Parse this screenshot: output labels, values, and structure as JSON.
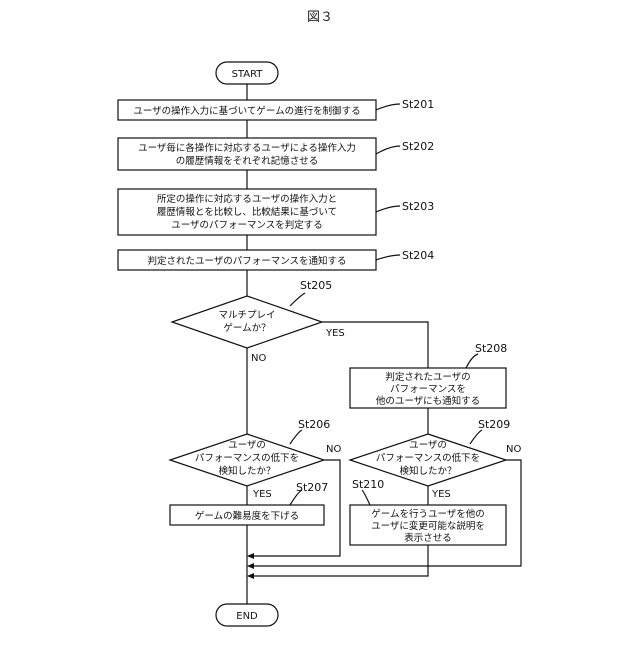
{
  "figure_title": "図３",
  "nodes": {
    "start": "START",
    "end": "END",
    "st201": {
      "label": "St201",
      "lines": [
        "ユーザの操作入力に基づいてゲームの進行を制御する"
      ]
    },
    "st202": {
      "label": "St202",
      "lines": [
        "ユーザ毎に各操作に対応するユーザによる操作入力",
        "の履歴情報をそれぞれ記憶させる"
      ]
    },
    "st203": {
      "label": "St203",
      "lines": [
        "所定の操作に対応するユーザの操作入力と",
        "履歴情報とを比較し、比較結果に基づいて",
        "ユーザのパフォーマンスを判定する"
      ]
    },
    "st204": {
      "label": "St204",
      "lines": [
        "判定されたユーザのパフォーマンスを通知する"
      ]
    },
    "st205": {
      "label": "St205",
      "lines": [
        "マルチプレイ",
        "ゲームか？"
      ]
    },
    "st206": {
      "label": "St206",
      "lines": [
        "ユーザの",
        "パフォーマンスの低下を",
        "検知したか？"
      ]
    },
    "st207": {
      "label": "St207",
      "lines": [
        "ゲームの難易度を下げる"
      ]
    },
    "st208": {
      "label": "St208",
      "lines": [
        "判定されたユーザの",
        "パフォーマンスを",
        "他のユーザにも通知する"
      ]
    },
    "st209": {
      "label": "St209",
      "lines": [
        "ユーザの",
        "パフォーマンスの低下を",
        "検知したか？"
      ]
    },
    "st210": {
      "label": "St210",
      "lines": [
        "ゲームを行うユーザを他の",
        "ユーザに変更可能な説明を",
        "表示させる"
      ]
    }
  },
  "edge_labels": {
    "yes": "YES",
    "no": "NO"
  }
}
